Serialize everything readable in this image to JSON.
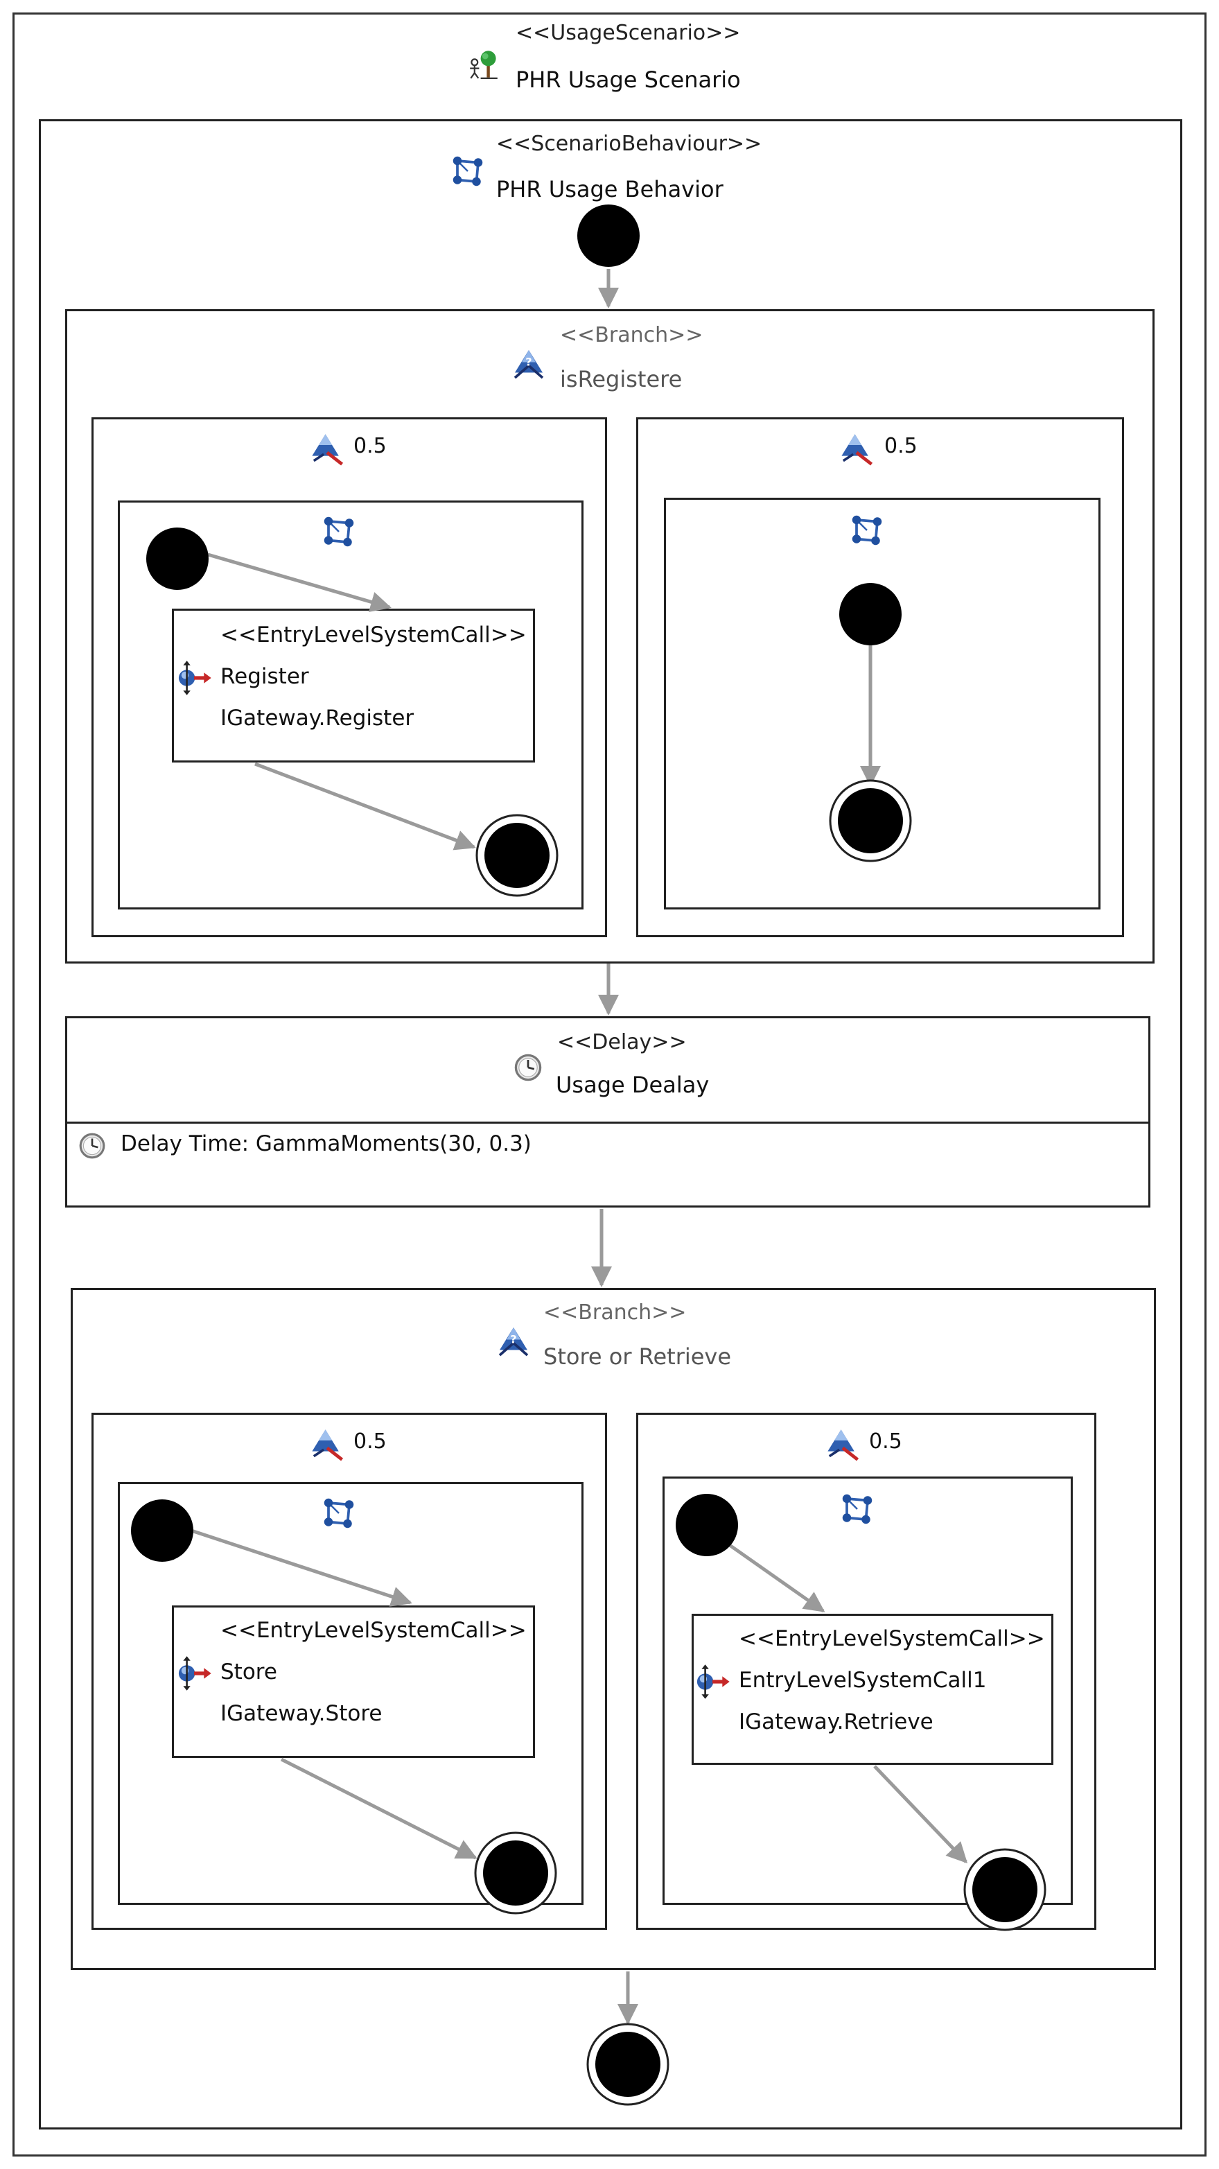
{
  "usage_scenario": {
    "stereotype": "<<UsageScenario>>",
    "name": "PHR Usage Scenario",
    "icon": "usage-scenario-icon"
  },
  "scenario_behaviour": {
    "stereotype": "<<ScenarioBehaviour>>",
    "name": "PHR Usage Behavior",
    "icon": "behaviour-icon"
  },
  "branch1": {
    "stereotype": "<<Branch>>",
    "name": "isRegistere",
    "transitions": [
      {
        "probability": "0.5",
        "call": {
          "stereotype": "<<EntryLevelSystemCall>>",
          "name": "Register",
          "signature": "IGateway.Register"
        }
      },
      {
        "probability": "0.5"
      }
    ]
  },
  "delay": {
    "stereotype": "<<Delay>>",
    "name": "Usage Dealay",
    "attribute": "Delay Time: GammaMoments(30, 0.3)"
  },
  "branch2": {
    "stereotype": "<<Branch>>",
    "name": "Store or Retrieve",
    "transitions": [
      {
        "probability": "0.5",
        "call": {
          "stereotype": "<<EntryLevelSystemCall>>",
          "name": "Store",
          "signature": "IGateway.Store"
        }
      },
      {
        "probability": "0.5",
        "call": {
          "stereotype": "<<EntryLevelSystemCall>>",
          "name": "EntryLevelSystemCall1",
          "signature": "IGateway.Retrieve"
        }
      }
    ]
  },
  "colors": {
    "edge": "#9a9a9a",
    "node": "#000000",
    "border": "#222222",
    "icon_blue": "#2f5fb0",
    "icon_red": "#c62828"
  }
}
